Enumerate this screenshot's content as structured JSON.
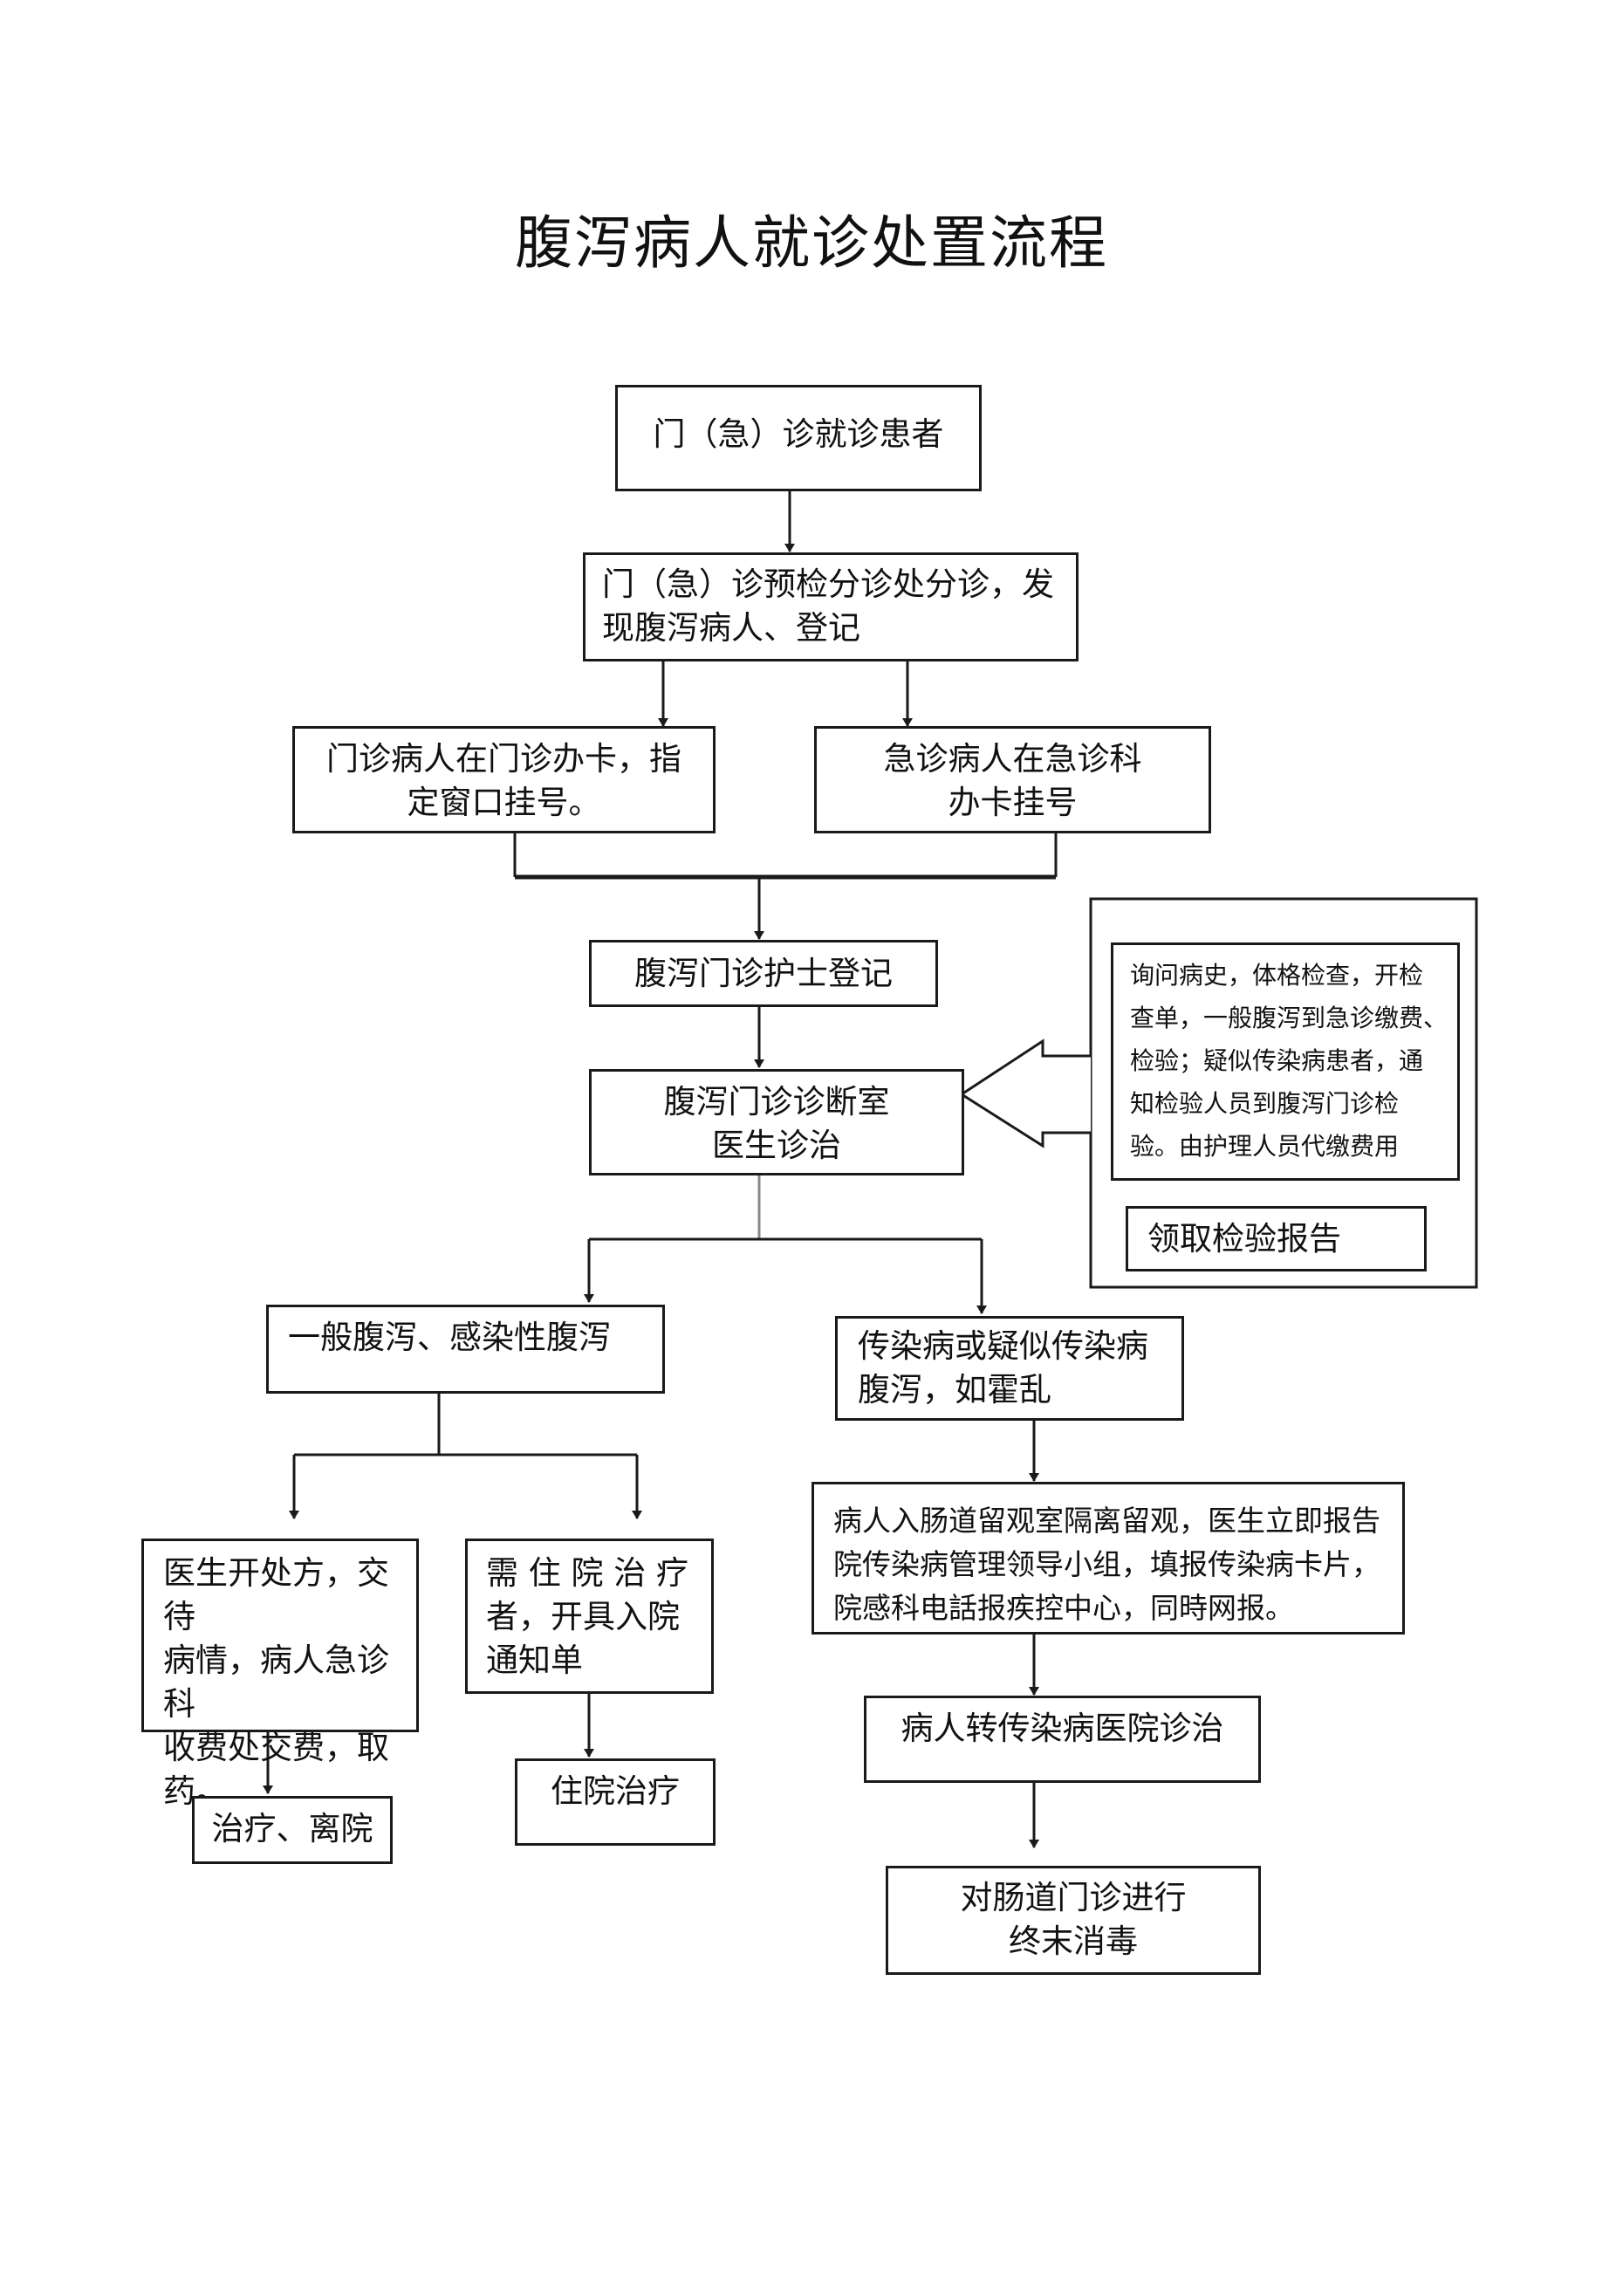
{
  "title": "腹泻病人就诊处置流程",
  "nodes": {
    "patient": "门（急）诊就诊患者",
    "triage": "门（急）诊预检分诊处分诊，发\n现腹泻病人、登记",
    "outpatient_register": "门诊病人在门诊办卡，指\n定窗口挂号。",
    "emergency_register": "急诊病人在急诊科\n办卡挂号",
    "nurse_register": "腹泻门诊护士登记",
    "diagnosis": "腹泻门诊诊断室\n医生诊治",
    "side_note": "询问病史，体格检查，开检\n查单，一般腹泻到急诊缴费、\n检验；疑似传染病患者，通\n知检验人员到腹泻门诊检\n验。由护理人员代缴费用",
    "lab_report": "领取检验报告",
    "general_diarrhea": "一般腹泻、感染性腹泻",
    "infectious": "传染病或疑似传染病\n腹泻，如霍乱",
    "prescription": "医生开处方，交待\n病情，病人急诊科\n收费处交费，取\n药。",
    "admission_needed": "需 住 院 治 疗\n者，开具入院\n通知单",
    "isolation_report": "病人入肠道留观室隔离留观，医生立即报告\n院传染病管理领导小组，填报传染病卡片，\n院感科电話报疾控中心，同時网报。",
    "treat_discharge": "治疗、离院",
    "hospitalization": "住院治疗",
    "transfer": "病人转传染病医院诊治",
    "disinfection": "对肠道门诊进行\n终末消毒"
  }
}
